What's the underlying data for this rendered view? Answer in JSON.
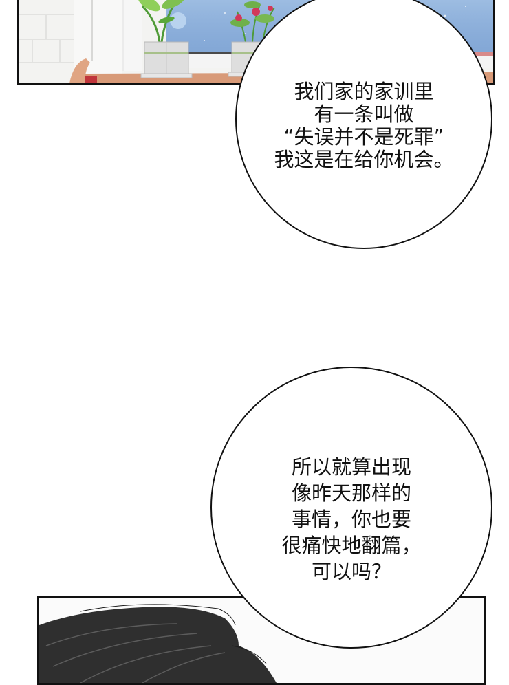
{
  "comic": {
    "panels": [
      {
        "name": "windowsill-scene",
        "description": "Window with two potted plants on a wooden sill, starry blue night sky with full moon",
        "colors": {
          "sky": "#8fb2dc",
          "sill": "#d89a78",
          "pot": "#dcdcdc",
          "leaf": "#6fb04a",
          "flower": "#d2385a",
          "wall": "#f3f3f1"
        }
      },
      {
        "name": "dark-hair-character",
        "description": "Top of a character's dark hair entering the lower panel",
        "colors": {
          "hair": "#2a2a2a"
        }
      }
    ],
    "speech_bubbles": [
      {
        "lines": [
          "我们家的家训里",
          "有一条叫做",
          "“失误并不是死罪”",
          "我这是在给你机会。"
        ]
      },
      {
        "lines": [
          "所以就算出现",
          "像昨天那样的",
          "事情，你也要",
          "很痛快地翻篇，",
          "可以吗？"
        ]
      }
    ]
  }
}
